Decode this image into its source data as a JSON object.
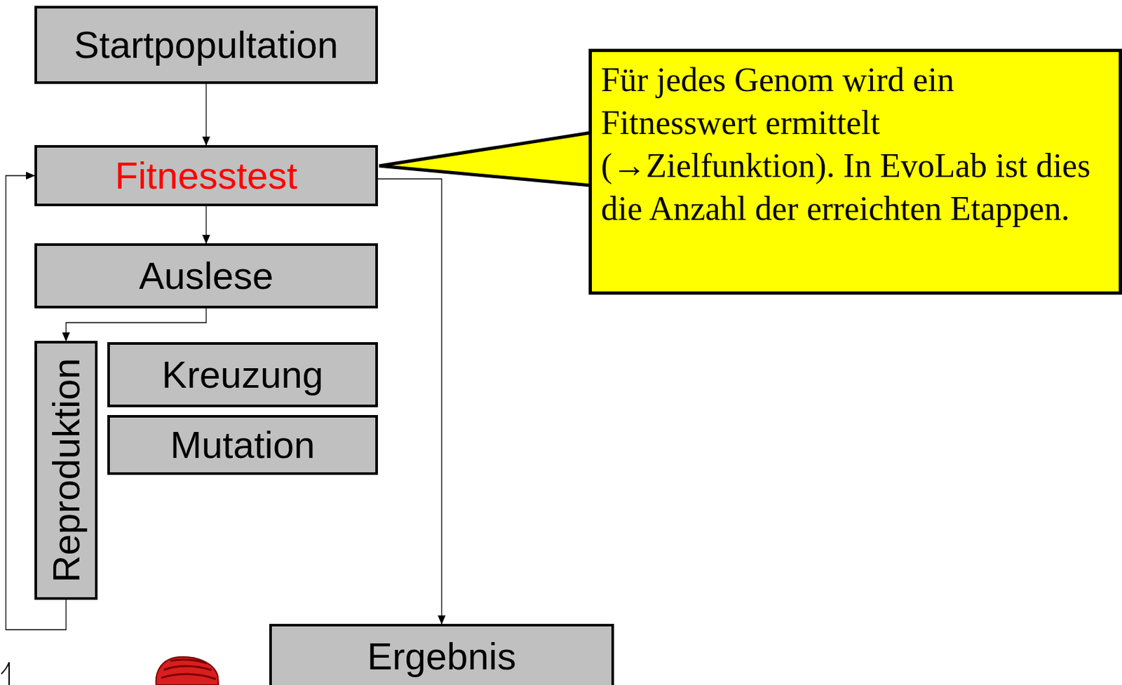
{
  "diagram": {
    "nodes": [
      {
        "text": [
          "Startpopultation"
        ]
      },
      {
        "text": [
          "Fitnesstest"
        ]
      },
      {
        "text": [
          "Für jedes Genom wird ein Fitnesswert ermittelt (→Zielfunktion). In EvoLab ist dies die Anzahl der erreichten Etappen."
        ]
      },
      {
        "text": [
          "Auslese"
        ]
      },
      {
        "text": [
          "Reproduktion"
        ]
      },
      {
        "text": [
          "Kreuzung"
        ]
      },
      {
        "text": [
          "Mutation"
        ]
      },
      {
        "text": [
          "Ergebnis"
        ]
      }
    ],
    "edges": [
      {
        "from": 0,
        "to": 1,
        "arrow": "to"
      },
      {
        "from": 1,
        "to": 3,
        "arrow": "to"
      },
      {
        "from": 3,
        "to": 4,
        "arrow": "to"
      },
      {
        "from": 4,
        "to": 1,
        "arrow": "to"
      },
      {
        "from": 1,
        "to": 7,
        "arrow": "to"
      }
    ]
  }
}
